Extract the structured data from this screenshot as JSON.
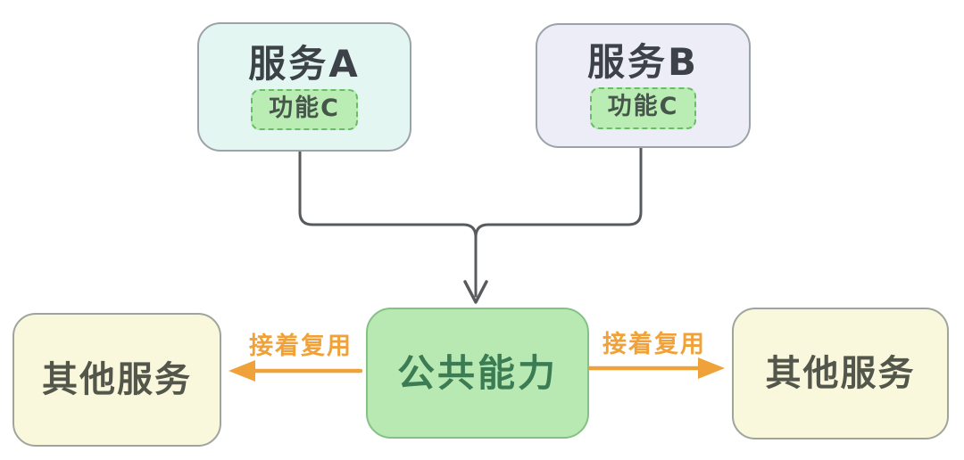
{
  "diagram": {
    "nodes": {
      "service_a": {
        "label": "服务A"
      },
      "service_b": {
        "label": "服务B"
      },
      "feature_a": {
        "label": "功能C"
      },
      "feature_b": {
        "label": "功能C"
      },
      "common": {
        "label": "公共能力"
      },
      "other_left": {
        "label": "其他服务"
      },
      "other_right": {
        "label": "其他服务"
      }
    },
    "edges": {
      "left_reuse_label": "接着复用",
      "right_reuse_label": "接着复用"
    },
    "colors": {
      "service_a_bg": "#e3f6f2",
      "service_b_bg": "#ededf8",
      "service_border": "#9aa3a8",
      "feature_bg": "#b9edb3",
      "feature_border": "#69bd69",
      "feature_text": "#47564b",
      "common_bg": "#b9e9b2",
      "common_border": "#85c184",
      "common_text": "#3c7c54",
      "other_bg": "#faf8dc",
      "other_border": "#9fa49d",
      "other_text": "#53564b",
      "title_text": "#3c4247",
      "connector": "#585b5e",
      "arrow_orange": "#f0a23a",
      "canvas_bg": "#ffffff"
    }
  }
}
